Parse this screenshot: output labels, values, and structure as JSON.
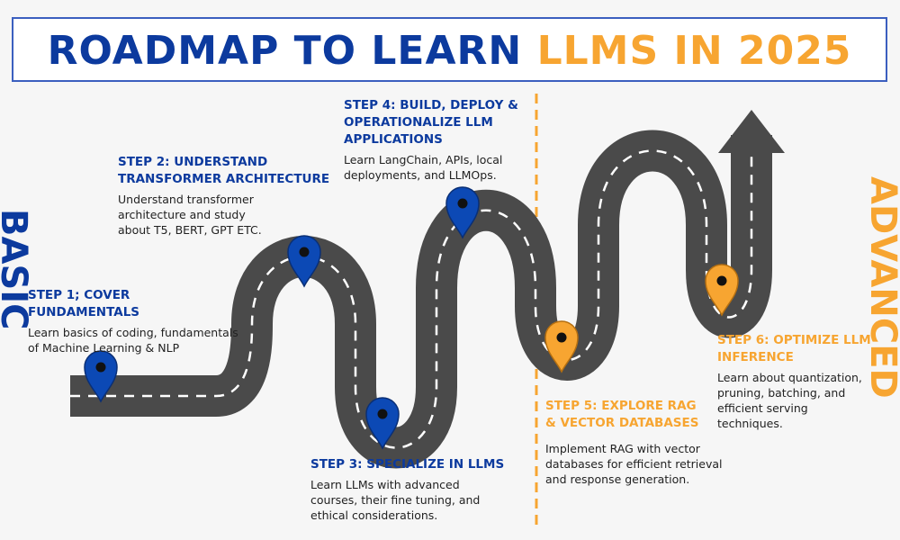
{
  "title": {
    "part1": "ROADMAP TO LEARN",
    "part2": "LLMS IN 2025"
  },
  "side_labels": {
    "left": "BASIC",
    "right": "ADVANCED"
  },
  "steps": [
    {
      "title": "STEP 1; COVER FUNDAMENTALS",
      "desc": "Learn basics of coding, fundamentals of Machine Learning & NLP"
    },
    {
      "title": "STEP 2:  UNDERSTAND TRANSFORMER ARCHITECTURE",
      "desc": "Understand transformer architecture and study about T5, BERT, GPT ETC."
    },
    {
      "title": "STEP 3: SPECIALIZE IN LLMS",
      "desc": "Learn LLMs with advanced courses,  their fine tuning, and ethical considerations."
    },
    {
      "title": "STEP 4:  BUILD, DEPLOY & OPERATIONALIZE LLM APPLICATIONS",
      "desc": "Learn LangChain, APIs, local deployments, and LLMOps."
    },
    {
      "title": "STEP 5: EXPLORE RAG & VECTOR DATABASES",
      "desc": "Implement RAG with vector databases for efficient retrieval and response generation."
    },
    {
      "title": "STEP 6:  OPTIMIZE LLM INFERENCE",
      "desc": "Learn about quantization, pruning, batching, and efficient serving techniques."
    }
  ],
  "colors": {
    "blue": "#0c3a9e",
    "orange": "#f7a531",
    "road": "#4a4a4a",
    "pin_blue": "#0c49b5"
  }
}
